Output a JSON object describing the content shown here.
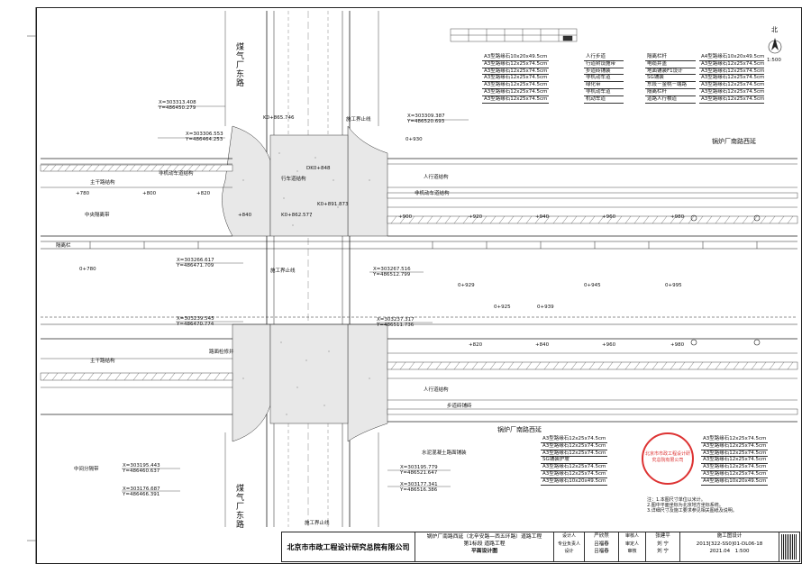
{
  "road_labels": {
    "meichang_east_top": "煤气厂东路",
    "meichang_east_bottom": "煤气厂东路",
    "guolu_west_top": "锅炉厂南路西延",
    "guolu_west_bottom": "锅炉厂南路西延",
    "scale_top": "1:500",
    "north": "北"
  },
  "coords": [
    {
      "text": "X=303313.408",
      "y2": "Y=486450.279"
    },
    {
      "text": "X=303306.553",
      "y2": "Y=486464.253"
    },
    {
      "text": "X=303309.387",
      "y2": "Y=486520.693"
    },
    {
      "text": "X=303266.617",
      "y2": "Y=486471.709"
    },
    {
      "text": "X=303267.516",
      "y2": "Y=486512.799"
    },
    {
      "text": "X=303239.545",
      "y2": "Y=486470.774"
    },
    {
      "text": "X=303237.317",
      "y2": "Y=486511.736"
    },
    {
      "text": "X=303195.443",
      "y2": "Y=486460.637"
    },
    {
      "text": "X=303195.779",
      "y2": "Y=486521.647"
    },
    {
      "text": "X=303176.687",
      "y2": "Y=486466.391"
    },
    {
      "text": "X=303177.341",
      "y2": "Y=486516.386"
    }
  ],
  "stations": [
    "K0+865.746",
    "K0+891.873",
    "K0+862.577",
    "DK0+848",
    "+780",
    "+800",
    "+820",
    "+840",
    "+900",
    "+920",
    "+940",
    "+960",
    "+980",
    "0+930",
    "0+780",
    "0+925",
    "0+939",
    "0+945",
    "0+995",
    "0+929"
  ],
  "top_legend": {
    "col1": [
      "A3型路缘石10x20x49.5cm",
      "A3型路缘石12x25x74.5cm",
      "A3型路缘石12x25x74.5cm",
      "A3型路缘石12x25x74.5cm",
      "A3型路缘石12x25x74.5cm",
      "A3型路缘石12x25x74.5cm",
      "A3型路缘石12x25x74.5cm"
    ],
    "col2": [
      "人行步道",
      "行道树设施带",
      "步道砖铺装",
      "非机动车道",
      "绿化带",
      "非机动车道",
      "机动车道"
    ],
    "col3": [
      "隔离栏杆",
      "电缆井盖",
      "地面铺装F1设计",
      "SG铺装",
      "东段－金桃－端路",
      "隔离栏杆",
      "道路人行横道"
    ],
    "col4": [
      "A4型路缘石10x20x49.5cm",
      "A3型路缘石12x25x74.5cm",
      "A3型路缘石12x25x74.5cm",
      "A3型路缘石12x25x74.5cm",
      "A3型路缘石12x25x74.5cm",
      "A3型路缘石12x25x74.5cm",
      "A3型路缘石12x25x74.5cm"
    ]
  },
  "bottom_legend": {
    "col1": [
      "A3型路缘石12x25x74.5cm",
      "A3型路缘石12x25x74.5cm",
      "A3型路缘石12x25x74.5cm",
      "SG铺装护坡",
      "A3型路缘石12x25x74.5cm",
      "A3型路缘石12x25x74.5cm",
      "A3型路缘石10x20x49.5cm"
    ],
    "col2": [
      "A3型路缘石12x25x74.5cm",
      "A3型路缘石12x25x74.5cm",
      "A3型路缘石12x25x74.5cm",
      "A3型路缘石12x25x74.5cm",
      "A3型路缘石12x25x74.5cm",
      "A3型路缘石12x25x74.5cm",
      "A4型路缘石10x20x49.5cm"
    ]
  },
  "mid_labels": [
    "主干路结构",
    "非机动车道结构",
    "中央隔离带",
    "行车道结构",
    "人行道结构",
    "施工界止线",
    "隔离栏",
    "路面检修井",
    "步道砖铺砖",
    "水泥混凝土路面铺装",
    "中间分隔带"
  ],
  "notes": [
    "注：1.本图尺寸单位以米计。",
    "2.图中平面坐标为北京地方坐标系统。",
    "3.详细尺寸及施工要求参见相关图纸及说明。"
  ],
  "title_block": {
    "company": "北京市市政工程设计研究总院有限公司",
    "project": "锅炉厂南路西延（北辛安路—西五环路）道路工程",
    "section": "第1标段  道路工程",
    "drawing": "平面设计图",
    "roles": [
      "设计人",
      "专业负责人",
      "设计",
      "审核人",
      "审定人",
      "审核"
    ],
    "names": [
      "严欣然",
      "吕福春",
      "张建平",
      "刘 宁"
    ],
    "stage_label": "施工图设计",
    "drawing_no": "2013[322-SS0]01-DL06-18",
    "date": "2021.04",
    "scale": "1:500"
  },
  "stamp_text": "北京市市政工程设计研究总院有限公司"
}
